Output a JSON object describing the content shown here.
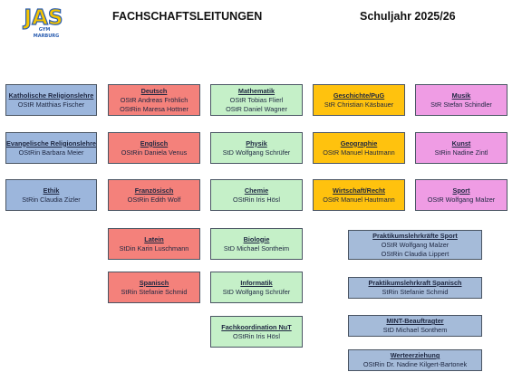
{
  "header": {
    "logo_text": "JAS",
    "logo_subtext": "GYM",
    "logo_location": "MARBURG",
    "title": "FACHSCHAFTSLEITUNGEN",
    "school_year": "Schuljahr 2025/26"
  },
  "colors": {
    "blue": "#9cb6dc",
    "red": "#f4817b",
    "green": "#c5f0c8",
    "yellow": "#ffc20e",
    "pink": "#ef9ce4",
    "steel": "#a5bbd9",
    "logo_yellow": "#f5c400",
    "logo_blue": "#2a5db0"
  },
  "boxes": [
    {
      "id": "katholische-religionslehre",
      "title": "Katholische Religionslehre",
      "people": [
        "OStR Matthias Fischer"
      ]
    },
    {
      "id": "evangelische-religionslehre",
      "title": "Evangelische Religionslehre",
      "people": [
        "OStRin Barbara Meier"
      ]
    },
    {
      "id": "ethik",
      "title": "Ethik",
      "people": [
        "StRin Claudia Zizler"
      ]
    },
    {
      "id": "deutsch",
      "title": "Deutsch",
      "people": [
        "OStR Andreas Fröhlich",
        "OStRin Maresa Hottner"
      ]
    },
    {
      "id": "englisch",
      "title": "Englisch",
      "people": [
        "OStRin Daniela Venus"
      ]
    },
    {
      "id": "franzoesisch",
      "title": "Französisch",
      "people": [
        "OStRin Edith Wolf"
      ]
    },
    {
      "id": "latein",
      "title": "Latein",
      "people": [
        "StDin Karin Luschmann"
      ]
    },
    {
      "id": "spanisch",
      "title": "Spanisch",
      "people": [
        "StRin Stefanie  Schmid"
      ]
    },
    {
      "id": "mathematik",
      "title": "Mathematik",
      "people": [
        "OStR Tobias Flierl",
        "OStR Daniel Wagner"
      ]
    },
    {
      "id": "physik",
      "title": "Physik",
      "people": [
        "StD Wolfgang Schrüfer"
      ]
    },
    {
      "id": "chemie",
      "title": "Chemie",
      "people": [
        "OStRin Iris Hösl"
      ]
    },
    {
      "id": "biologie",
      "title": "Biologie",
      "people": [
        "StD Michael Sontheim"
      ]
    },
    {
      "id": "informatik",
      "title": "Informatik",
      "people": [
        "StD Wolfgang Schrüfer"
      ]
    },
    {
      "id": "fachkoordination-nut",
      "title": "Fachkoordination NuT",
      "people": [
        "OStRin Iris Hösl"
      ]
    },
    {
      "id": "geschichte-pug",
      "title": "Geschichte/PuG",
      "people": [
        "StR Christian Käsbauer"
      ]
    },
    {
      "id": "geographie",
      "title": "Geographie",
      "people": [
        "OStR Manuel Hautmann"
      ]
    },
    {
      "id": "wirtschaft-recht",
      "title": "Wirtschaft/Recht",
      "people": [
        "OStR Manuel Hautmann"
      ]
    },
    {
      "id": "musik",
      "title": "Musik",
      "people": [
        "StR Stefan Schindler"
      ]
    },
    {
      "id": "kunst",
      "title": "Kunst",
      "people": [
        "StRin Nadine Zintl"
      ]
    },
    {
      "id": "sport",
      "title": "Sport",
      "people": [
        "OStR Wolfgang Malzer"
      ]
    },
    {
      "id": "praktikumslehrkraefte-sport",
      "title": "Praktikumslehrkräfte Sport",
      "people": [
        "OStR Wolfgang Malzer",
        "OStRin Claudia Lippert"
      ]
    },
    {
      "id": "praktikumslehrkraft-spanisch",
      "title": "Praktikumslehrkraft Spanisch",
      "people": [
        "StRin Stefanie Schmid"
      ]
    },
    {
      "id": "mint-beauftragter",
      "title": "MINT-Beauftragter",
      "people": [
        "StD Michael Sonthem"
      ]
    },
    {
      "id": "werteerziehung",
      "title": "Werteerziehung",
      "people": [
        "OStRin Dr. Nadine Kilgert-Bartonek"
      ]
    }
  ]
}
